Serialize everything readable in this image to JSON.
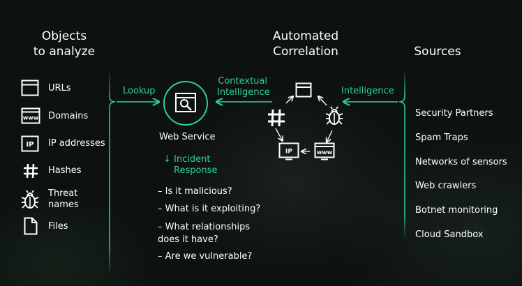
{
  "headers": {
    "objects": [
      "Objects",
      "to analyze"
    ],
    "correlation": [
      "Automated",
      "Correlation"
    ],
    "sources": "Sources"
  },
  "objects": [
    {
      "label": "URLs",
      "icon": "browser-window-icon"
    },
    {
      "label": "Domains",
      "icon": "www-icon"
    },
    {
      "label": "IP addresses",
      "icon": "ip-icon"
    },
    {
      "label": "Hashes",
      "icon": "hash-icon"
    },
    {
      "label": [
        "Threat",
        "names"
      ],
      "icon": "bug-icon"
    },
    {
      "label": "Files",
      "icon": "file-icon"
    }
  ],
  "arrows": {
    "lookup": "Lookup",
    "contextual": [
      "Contextual",
      "Intelligence"
    ],
    "intelligence": "Intelligence",
    "incident": [
      "Incident",
      "Response"
    ],
    "incident_arrow": "↓"
  },
  "web_service": {
    "label": "Web Service",
    "icon": "search-window-icon"
  },
  "cycle_icons": [
    "browser-window-icon",
    "bug-icon",
    "www-icon",
    "ip-icon",
    "hash-icon"
  ],
  "questions": [
    [
      "– Is it malicious?"
    ],
    [
      "– What is it exploiting?"
    ],
    [
      "– What relationships",
      "does it have?"
    ],
    [
      "– Are we vulnerable?"
    ]
  ],
  "sources": [
    "Security Partners",
    "Spam Traps",
    "Networks of sensors",
    "Web crawlers",
    "Botnet monitoring",
    "Cloud Sandbox"
  ],
  "icon_text": {
    "www": "www",
    "ip": "IP"
  },
  "colors": {
    "accent": "#2fcf9a",
    "background": "#0d1110",
    "text": "#ffffff"
  }
}
